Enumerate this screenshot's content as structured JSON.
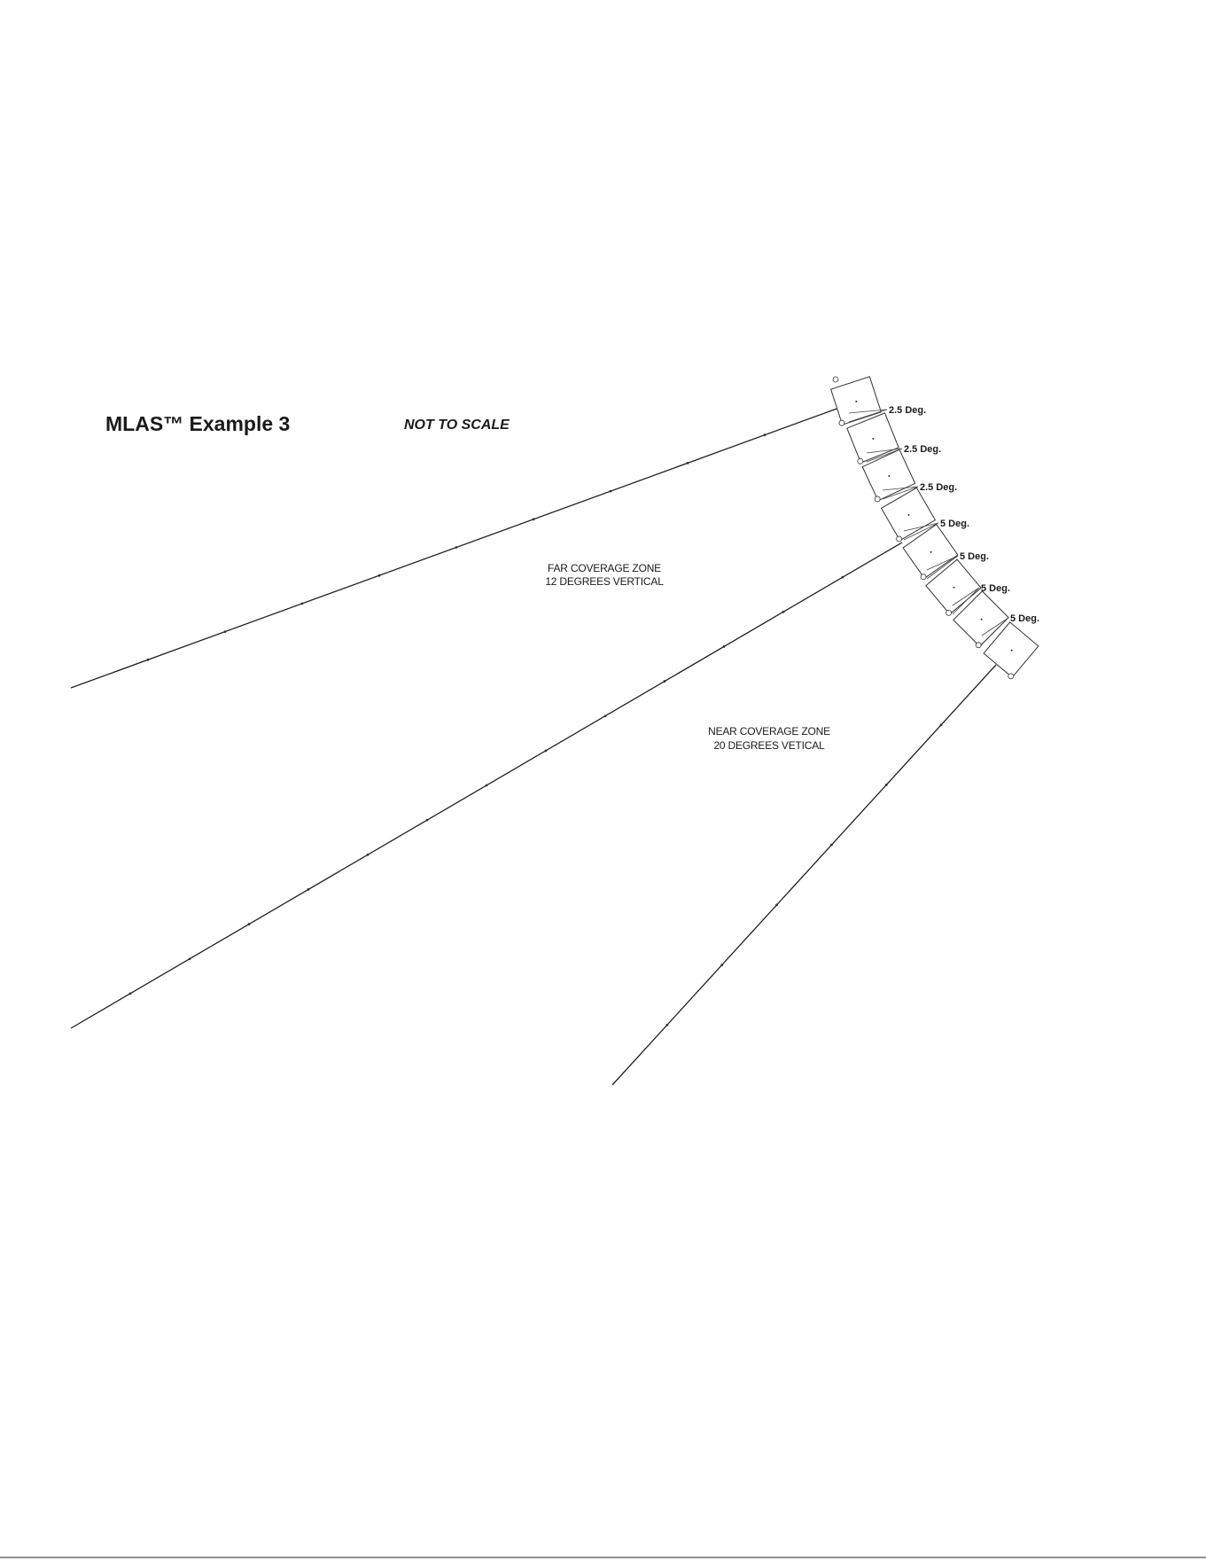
{
  "title": "MLAS™ Example 3",
  "scale_note": "NOT TO SCALE",
  "zones": {
    "far": {
      "line1": "FAR COVERAGE ZONE",
      "line2": "12 DEGREES VERTICAL"
    },
    "near": {
      "line1": "NEAR COVERAGE ZONE",
      "line2": "20 DEGREES VETICAL"
    }
  },
  "splay_angles": [
    "2.5 Deg.",
    "2.5 Deg.",
    "2.5 Deg.",
    "5 Deg.",
    "5 Deg.",
    "5 Deg.",
    "5 Deg."
  ],
  "colors": {
    "line": "#222222",
    "text": "#1a1a1a",
    "background": "#ffffff"
  }
}
